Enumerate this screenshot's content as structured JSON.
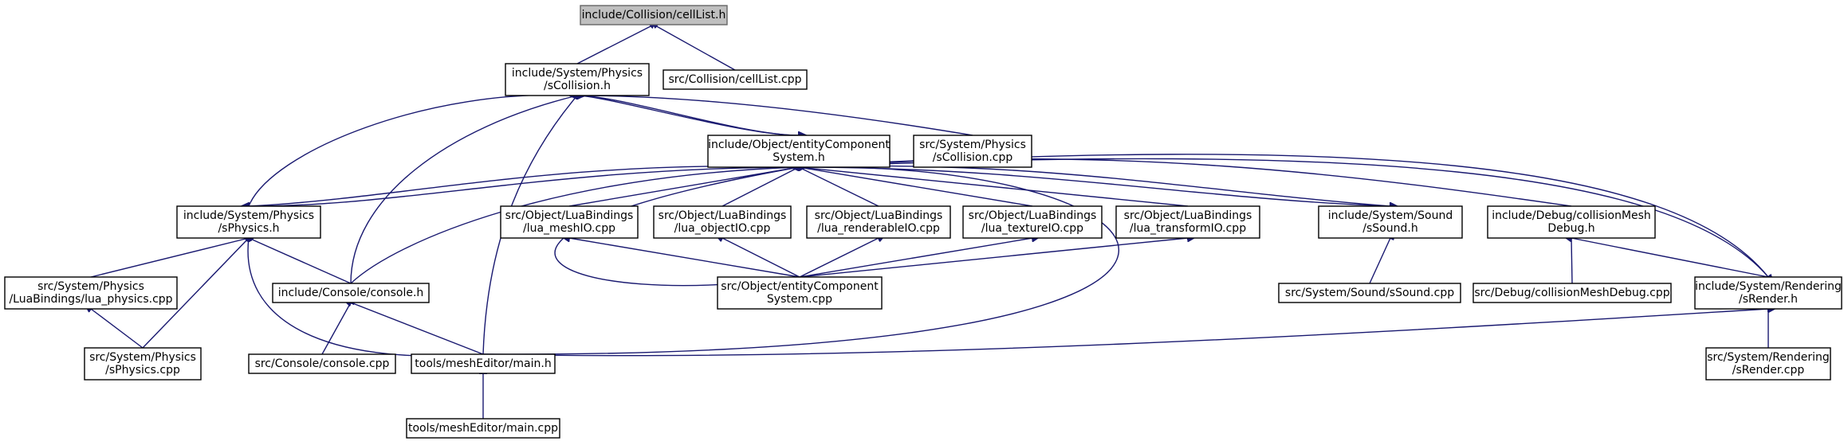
{
  "nodes": [
    {
      "id": "root",
      "lines": [
        "include/Collision/cellList.h"
      ],
      "root": true
    },
    {
      "id": "scol_h",
      "lines": [
        "include/System/Physics",
        "/sCollision.h"
      ]
    },
    {
      "id": "celllist_cpp",
      "lines": [
        "src/Collision/cellList.cpp"
      ]
    },
    {
      "id": "ecs_h",
      "lines": [
        "include/Object/entityComponent",
        "System.h"
      ]
    },
    {
      "id": "scol_cpp",
      "lines": [
        "src/System/Physics",
        "/sCollision.cpp"
      ]
    },
    {
      "id": "sphys_h",
      "lines": [
        "include/System/Physics",
        "/sPhysics.h"
      ]
    },
    {
      "id": "lua_mesh",
      "lines": [
        "src/Object/LuaBindings",
        "/lua_meshIO.cpp"
      ]
    },
    {
      "id": "lua_obj",
      "lines": [
        "src/Object/LuaBindings",
        "/lua_objectIO.cpp"
      ]
    },
    {
      "id": "lua_rend",
      "lines": [
        "src/Object/LuaBindings",
        "/lua_renderableIO.cpp"
      ]
    },
    {
      "id": "lua_tex",
      "lines": [
        "src/Object/LuaBindings",
        "/lua_textureIO.cpp"
      ]
    },
    {
      "id": "lua_trans",
      "lines": [
        "src/Object/LuaBindings",
        "/lua_transformIO.cpp"
      ]
    },
    {
      "id": "ssound_h",
      "lines": [
        "include/System/Sound",
        "/sSound.h"
      ]
    },
    {
      "id": "cmd_h",
      "lines": [
        "include/Debug/collisionMesh",
        "Debug.h"
      ]
    },
    {
      "id": "lua_phys",
      "lines": [
        "src/System/Physics",
        "/LuaBindings/lua_physics.cpp"
      ]
    },
    {
      "id": "console_h",
      "lines": [
        "include/Console/console.h"
      ]
    },
    {
      "id": "ecs_cpp",
      "lines": [
        "src/Object/entityComponent",
        "System.cpp"
      ]
    },
    {
      "id": "ssound_cpp",
      "lines": [
        "src/System/Sound/sSound.cpp"
      ]
    },
    {
      "id": "cmd_cpp",
      "lines": [
        "src/Debug/collisionMeshDebug.cpp"
      ]
    },
    {
      "id": "srender_h",
      "lines": [
        "include/System/Rendering",
        "/sRender.h"
      ]
    },
    {
      "id": "sphys_cpp",
      "lines": [
        "src/System/Physics",
        "/sPhysics.cpp"
      ]
    },
    {
      "id": "console_cpp",
      "lines": [
        "src/Console/console.cpp"
      ]
    },
    {
      "id": "main_h",
      "lines": [
        "tools/meshEditor/main.h"
      ]
    },
    {
      "id": "srender_cpp",
      "lines": [
        "src/System/Rendering",
        "/sRender.cpp"
      ]
    },
    {
      "id": "main_cpp",
      "lines": [
        "tools/meshEditor/main.cpp"
      ]
    }
  ],
  "edges": [
    {
      "from": "root",
      "to": "scol_h"
    },
    {
      "from": "root",
      "to": "celllist_cpp"
    },
    {
      "from": "scol_h",
      "to": "ecs_h"
    },
    {
      "from": "ecs_h",
      "to": "scol_h"
    },
    {
      "from": "scol_h",
      "to": "scol_cpp"
    },
    {
      "from": "scol_h",
      "to": "sphys_h"
    },
    {
      "from": "scol_h",
      "to": "console_h"
    },
    {
      "from": "scol_h",
      "to": "main_h"
    },
    {
      "from": "ecs_h",
      "to": "sphys_h"
    },
    {
      "from": "sphys_h",
      "to": "ecs_h"
    },
    {
      "from": "ecs_h",
      "to": "lua_mesh"
    },
    {
      "from": "ecs_h",
      "to": "lua_obj"
    },
    {
      "from": "ecs_h",
      "to": "lua_rend"
    },
    {
      "from": "ecs_h",
      "to": "lua_tex"
    },
    {
      "from": "ecs_h",
      "to": "lua_trans"
    },
    {
      "from": "ecs_h",
      "to": "ssound_h"
    },
    {
      "from": "ssound_h",
      "to": "ecs_h"
    },
    {
      "from": "ecs_h",
      "to": "cmd_h"
    },
    {
      "from": "ecs_h",
      "to": "srender_h"
    },
    {
      "from": "srender_h",
      "to": "ecs_h"
    },
    {
      "from": "ecs_h",
      "to": "console_h"
    },
    {
      "from": "ecs_h",
      "to": "ecs_cpp"
    },
    {
      "from": "ecs_h",
      "to": "main_h"
    },
    {
      "from": "sphys_h",
      "to": "lua_phys"
    },
    {
      "from": "sphys_h",
      "to": "console_h"
    },
    {
      "from": "sphys_h",
      "to": "sphys_cpp"
    },
    {
      "from": "sphys_h",
      "to": "main_h"
    },
    {
      "from": "lua_phys",
      "to": "sphys_cpp"
    },
    {
      "from": "lua_mesh",
      "to": "ecs_cpp"
    },
    {
      "from": "lua_obj",
      "to": "ecs_cpp"
    },
    {
      "from": "lua_rend",
      "to": "ecs_cpp"
    },
    {
      "from": "lua_tex",
      "to": "ecs_cpp"
    },
    {
      "from": "lua_trans",
      "to": "ecs_cpp"
    },
    {
      "from": "ssound_h",
      "to": "ssound_cpp"
    },
    {
      "from": "cmd_h",
      "to": "cmd_cpp"
    },
    {
      "from": "cmd_h",
      "to": "srender_h"
    },
    {
      "from": "console_h",
      "to": "console_cpp"
    },
    {
      "from": "console_h",
      "to": "main_h"
    },
    {
      "from": "srender_h",
      "to": "main_h"
    },
    {
      "from": "srender_h",
      "to": "srender_cpp"
    },
    {
      "from": "main_h",
      "to": "main_cpp"
    }
  ]
}
